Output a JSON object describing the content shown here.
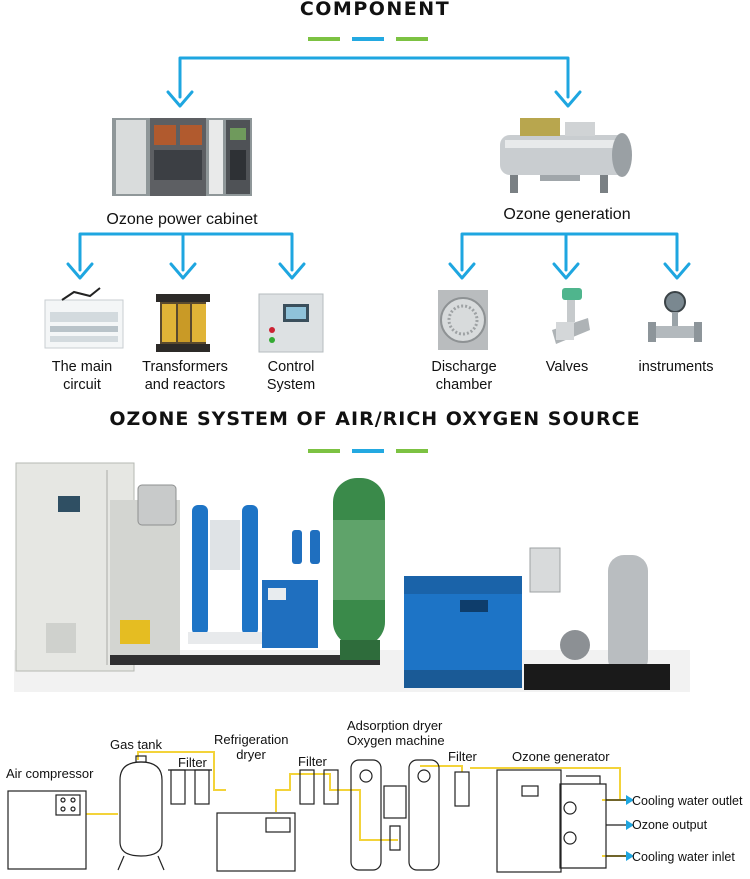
{
  "titles": {
    "component": "COMPONENT",
    "system": "OZONE SYSTEM OF AIR/RICH OXYGEN SOURCE"
  },
  "colors": {
    "accent_blue": "#1ea6e0",
    "dash_green": "#7cc242",
    "dash_blue": "#23a9e1",
    "pipe_yellow": "#f3d33a",
    "photo_blue": "#1d74c6",
    "tank_green": "#3a8a4a"
  },
  "top_level": {
    "left": "Ozone power cabinet",
    "right": "Ozone generation"
  },
  "sub_left": [
    {
      "line1": "The main",
      "line2": "circuit"
    },
    {
      "line1": "Transformers",
      "line2": "and reactors"
    },
    {
      "line1": "Control",
      "line2": "System"
    }
  ],
  "sub_right": [
    {
      "line1": "Discharge",
      "line2": "chamber"
    },
    {
      "line1": "Valves",
      "line2": ""
    },
    {
      "line1": "instruments",
      "line2": ""
    }
  ],
  "process": {
    "air_compressor": "Air compressor",
    "gas_tank": "Gas tank",
    "filter1": "Filter",
    "refrigeration_dryer_1": "Refrigeration",
    "refrigeration_dryer_2": "dryer",
    "filter2": "Filter",
    "adsorption_1": "Adsorption dryer",
    "adsorption_2": "Oxygen machine",
    "filter3": "Filter",
    "ozone_generator": "Ozone generator",
    "cooling_outlet": "Cooling water outlet",
    "ozone_output": "Ozone output",
    "cooling_inlet": "Cooling water inlet"
  },
  "icons": {
    "photo_sub_main": "circuit-board-photo",
    "photo_sub_transformer": "transformer-photo",
    "photo_sub_control": "control-panel-photo",
    "photo_sub_discharge": "discharge-chamber-photo",
    "photo_sub_valve": "valve-photo",
    "photo_sub_instrument": "flowmeter-photo"
  }
}
